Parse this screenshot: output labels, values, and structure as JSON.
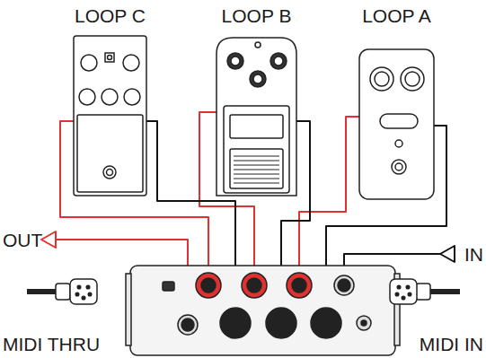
{
  "diagram": {
    "nodes": [
      {
        "text": [
          "LOOP C"
        ]
      },
      {
        "text": [
          "LOOP B"
        ]
      },
      {
        "text": [
          "LOOP A"
        ]
      }
    ],
    "labels": [
      "OUT",
      "IN",
      "MIDI THRU",
      "MIDI IN"
    ]
  }
}
